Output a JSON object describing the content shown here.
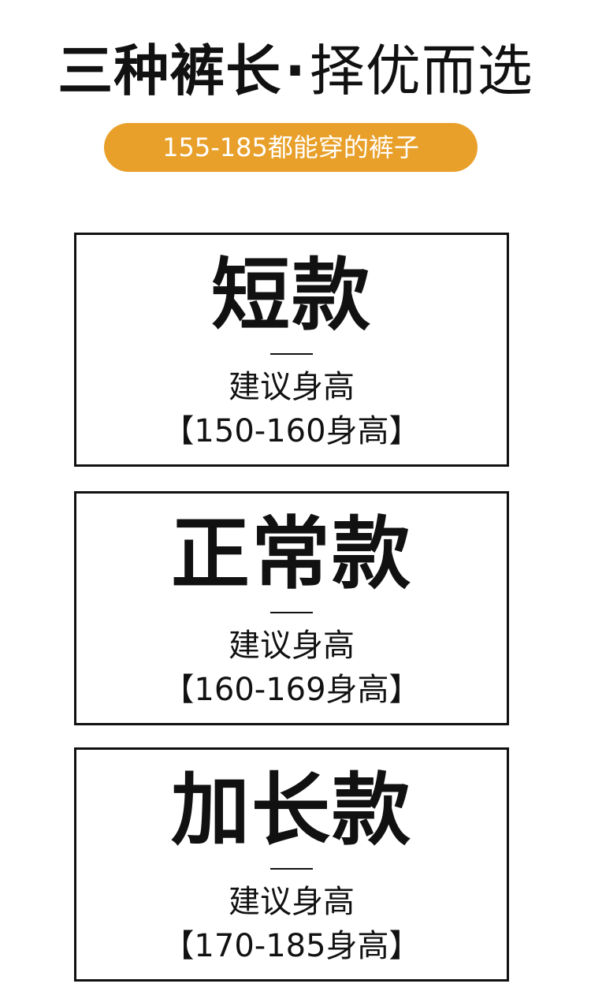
{
  "header": {
    "title_bold": "三种裤长",
    "title_dot": "·",
    "title_light": "择优而选",
    "subtitle": "155-185都能穿的裤子",
    "accent_color": "#e8a02a"
  },
  "cards": [
    {
      "name": "短款",
      "hint": "建议身高",
      "range": "【150-160身高】"
    },
    {
      "name": "正常款",
      "hint": "建议身高",
      "range": "【160-169身高】"
    },
    {
      "name": "加长款",
      "hint": "建议身高",
      "range": "【170-185身高】"
    }
  ]
}
